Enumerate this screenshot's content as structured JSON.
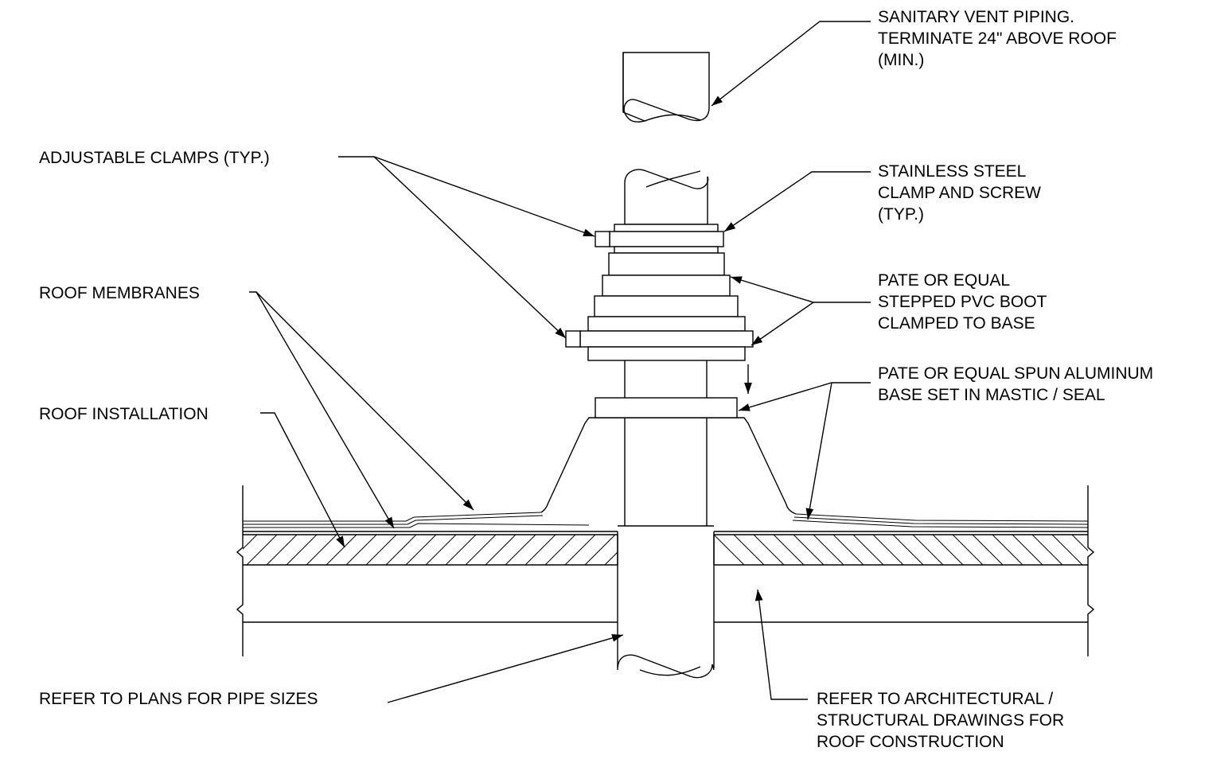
{
  "callouts": {
    "vent_piping": [
      "SANITARY VENT PIPING.",
      "TERMINATE 24\" ABOVE ROOF",
      "(MIN.)"
    ],
    "adjustable_clamps": [
      "ADJUSTABLE CLAMPS (TYP.)"
    ],
    "ss_clamp": [
      "STAINLESS STEEL",
      "CLAMP AND SCREW",
      "(TYP.)"
    ],
    "roof_membranes": [
      "ROOF MEMBRANES"
    ],
    "pvc_boot": [
      "PATE OR EQUAL",
      "STEPPED PVC BOOT",
      "CLAMPED TO BASE"
    ],
    "aluminum_base": [
      "PATE OR EQUAL SPUN ALUMINUM",
      "BASE SET IN MASTIC / SEAL"
    ],
    "roof_installation": [
      "ROOF INSTALLATION"
    ],
    "pipe_sizes": [
      "REFER TO PLANS FOR PIPE SIZES"
    ],
    "roof_construction": [
      "REFER TO ARCHITECTURAL /",
      "STRUCTURAL DRAWINGS FOR",
      "ROOF CONSTRUCTION"
    ]
  }
}
